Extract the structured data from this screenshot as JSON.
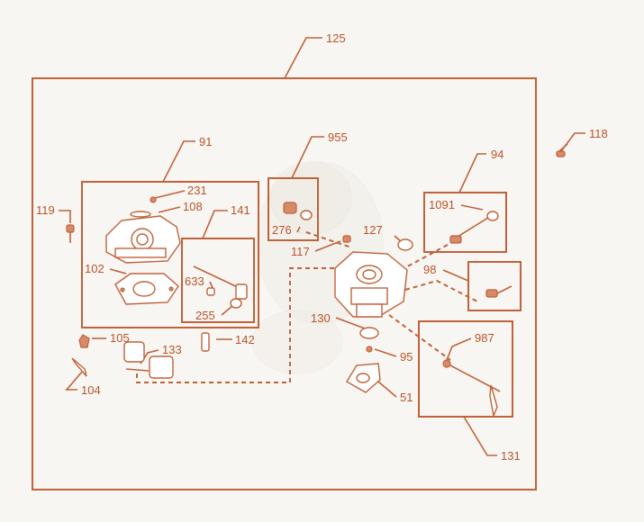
{
  "diagram": {
    "colors": {
      "line": "#c0623a",
      "text": "#b9532a",
      "background": "#f8f6f2"
    },
    "labels": {
      "l125": "125",
      "l118": "118",
      "l91": "91",
      "l955": "955",
      "l94": "94",
      "l231": "231",
      "l108": "108",
      "l141": "141",
      "l119": "119",
      "l1091": "1091",
      "l127": "127",
      "l276": "276",
      "l117": "117",
      "l102": "102",
      "l98": "98",
      "l633": "633",
      "l255": "255",
      "l130": "130",
      "l987": "987",
      "l105": "105",
      "l133": "133",
      "l142": "142",
      "l95": "95",
      "l104": "104",
      "l51": "51",
      "l131": "131"
    }
  }
}
